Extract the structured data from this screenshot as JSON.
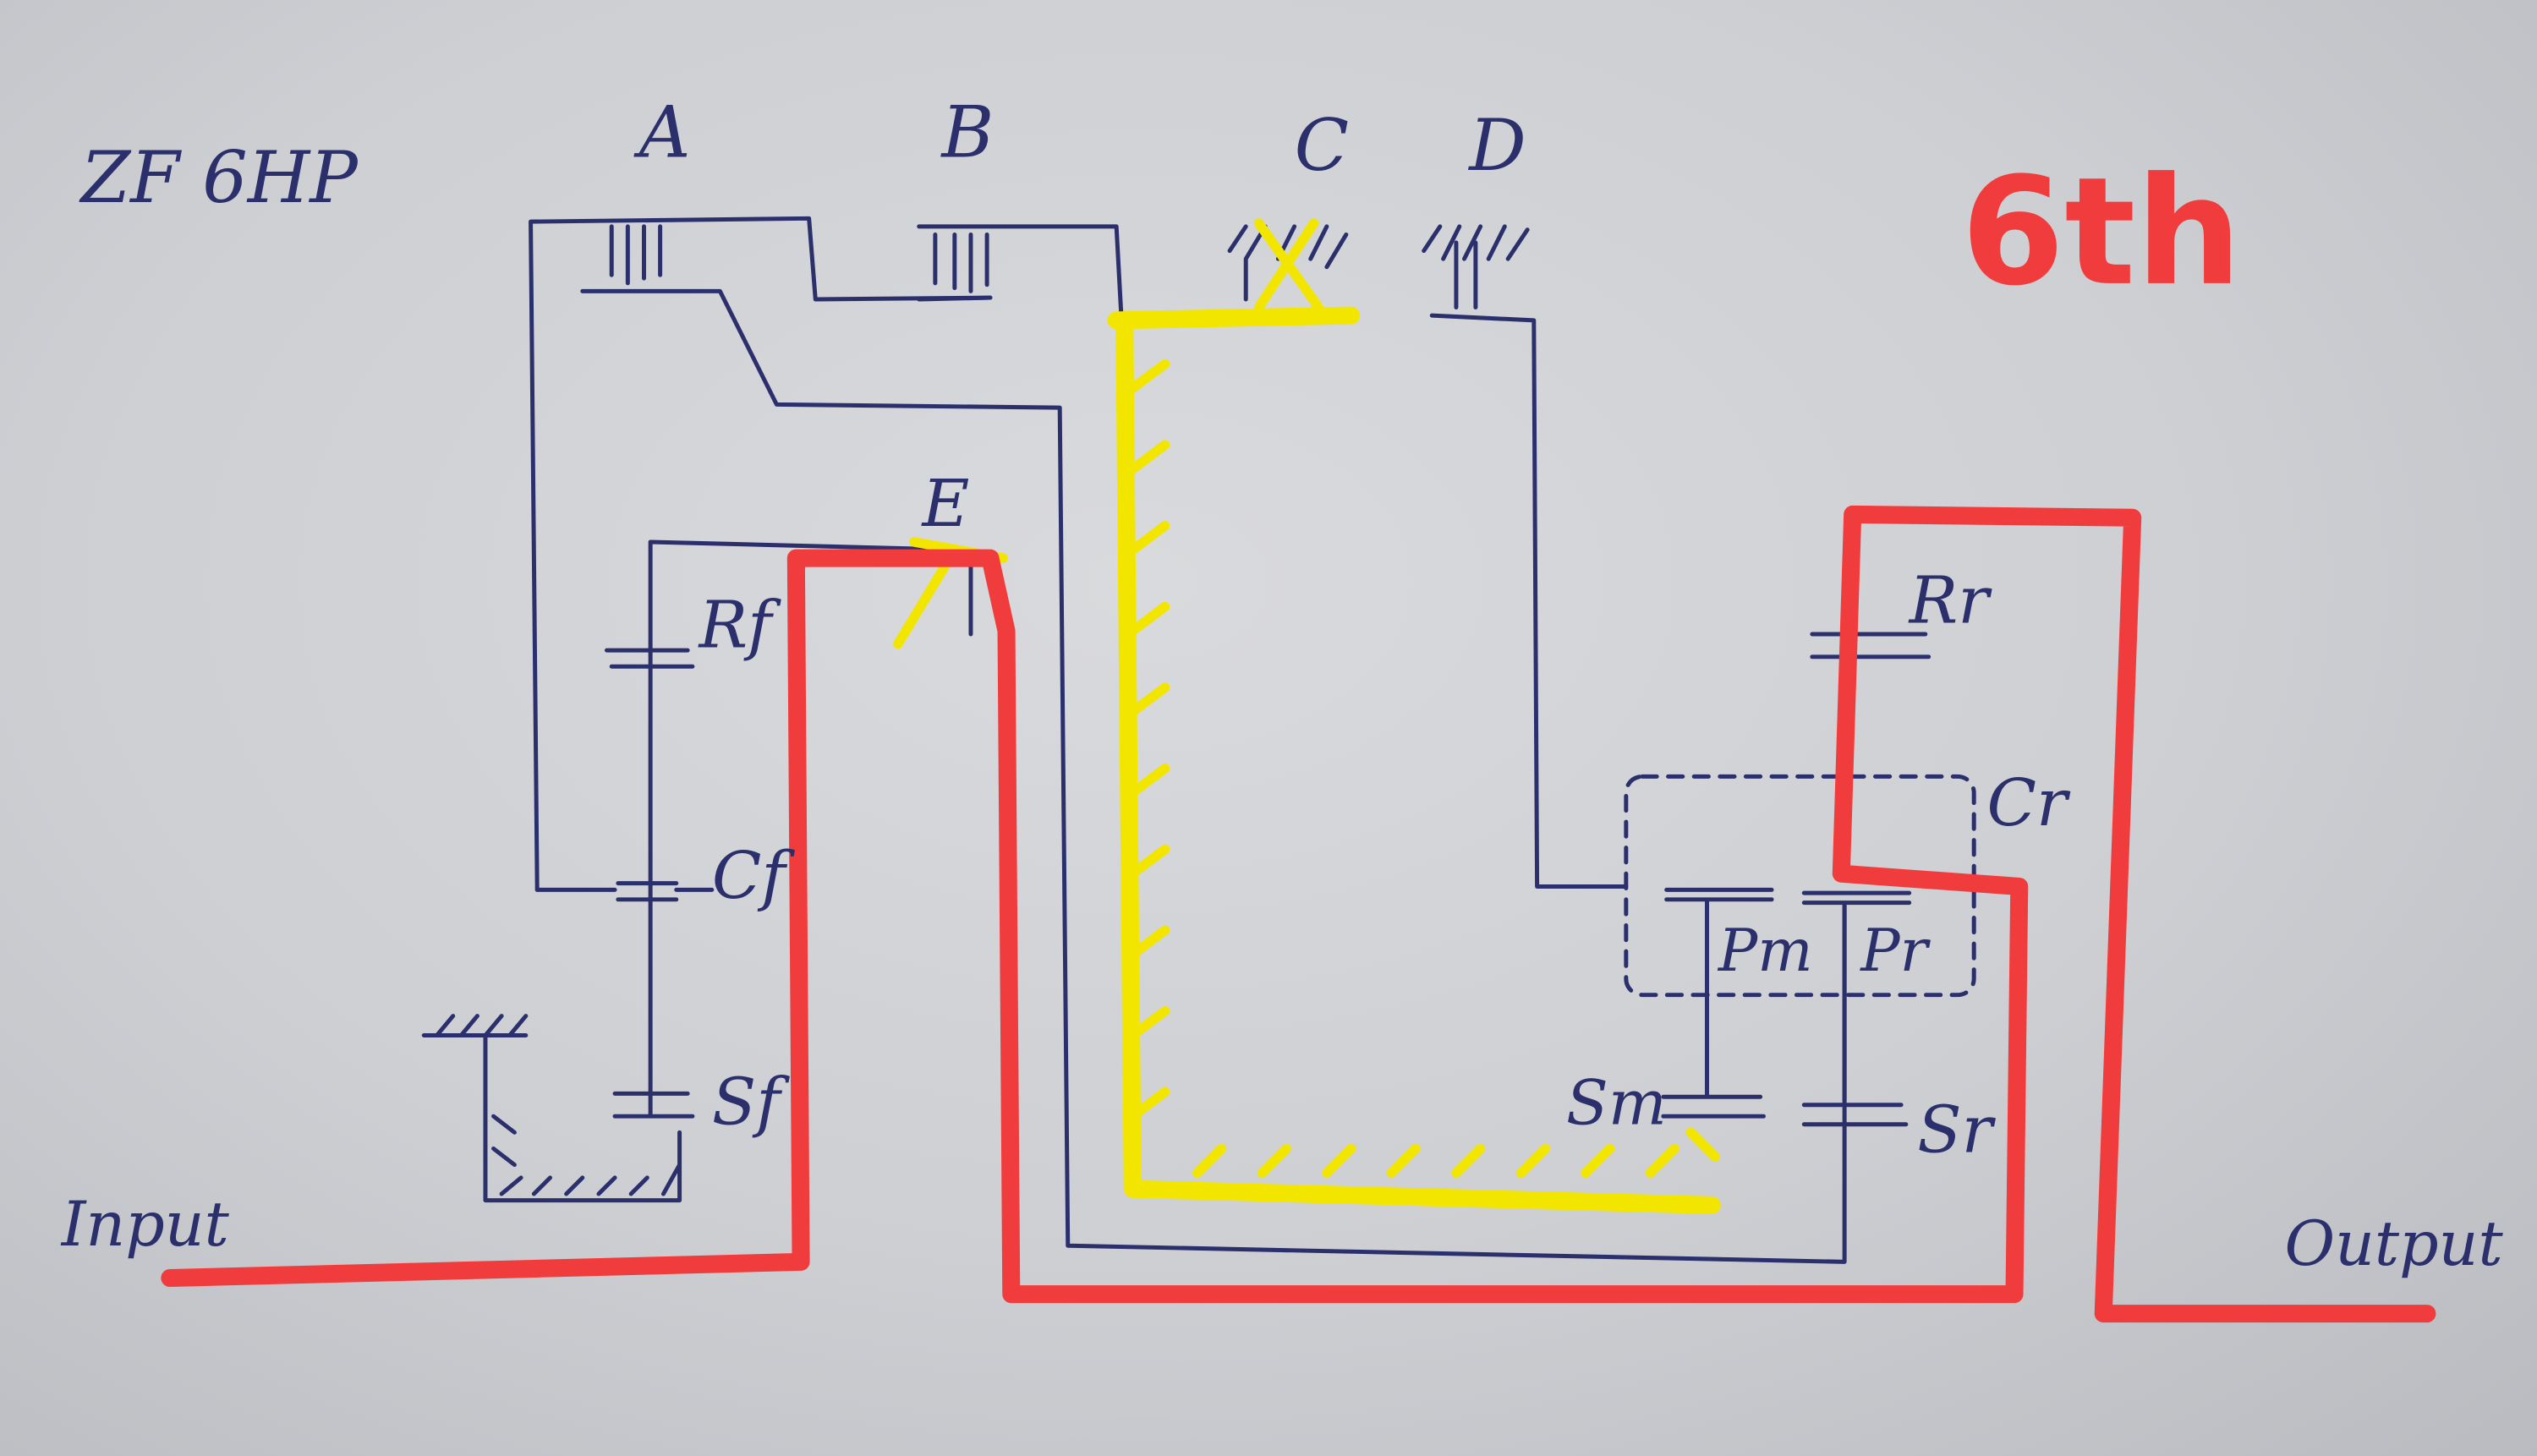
{
  "title": "ZF 6HP",
  "gear": "6th",
  "labels": {
    "clutch_a": "A",
    "clutch_b": "B",
    "brake_c": "C",
    "brake_d": "D",
    "clutch_e": "E",
    "ring_front": "Rf",
    "carrier_front": "Cf",
    "sun_front": "Sf",
    "ring_rear": "Rr",
    "carrier_rear": "Cr",
    "planet_m": "Pm",
    "planet_r": "Pr",
    "sun_m": "Sm",
    "sun_r": "Sr",
    "input": "Input",
    "output": "Output"
  },
  "colors": {
    "ink": "#2b2f6b",
    "power_flow": "#f03c3c",
    "reaction": "#f2e600"
  }
}
